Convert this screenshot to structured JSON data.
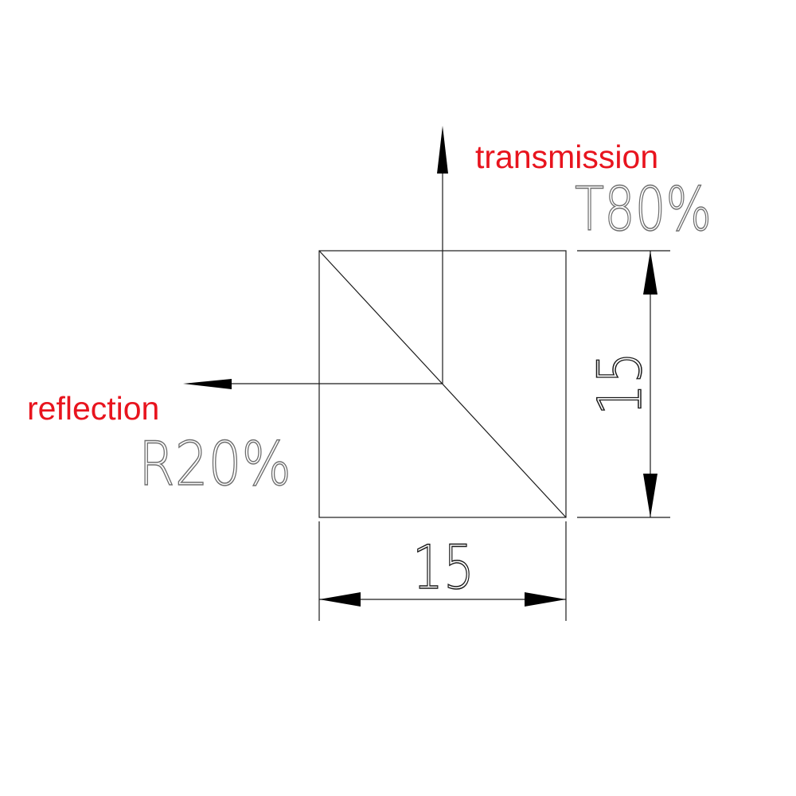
{
  "labels": {
    "transmission": "transmission",
    "reflection": "reflection",
    "transmission_value": "T80%",
    "reflection_value": "R20%",
    "width_dimension": "15",
    "height_dimension": "15"
  },
  "colors": {
    "label_red": "#e8141e",
    "line": "#1a1a1a",
    "cad_text": "#6e6e6e"
  }
}
